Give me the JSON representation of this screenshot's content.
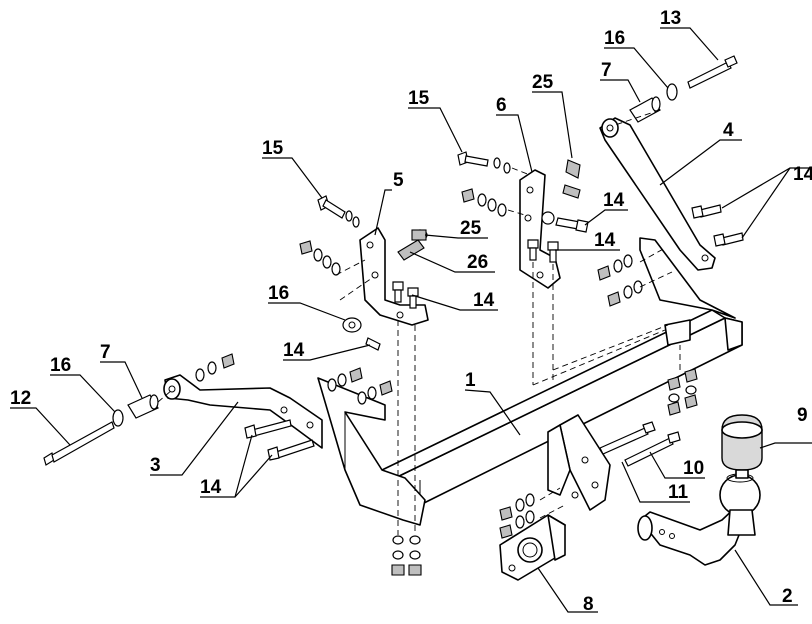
{
  "diagram": {
    "labels": {
      "l1": "1",
      "l2": "2",
      "l3": "3",
      "l4": "4",
      "l5": "5",
      "l6": "6",
      "l7a": "7",
      "l7b": "7",
      "l8": "8",
      "l9": "9",
      "l10": "10",
      "l11": "11",
      "l12": "12",
      "l13": "13",
      "l14a": "14",
      "l14b": "14",
      "l14c": "14",
      "l14d": "14",
      "l14e": "14",
      "l14f": "14",
      "l15a": "15",
      "l15b": "15",
      "l16a": "16",
      "l16b": "16",
      "l16c": "16",
      "l25a": "25",
      "l25b": "25",
      "l26": "26"
    }
  }
}
